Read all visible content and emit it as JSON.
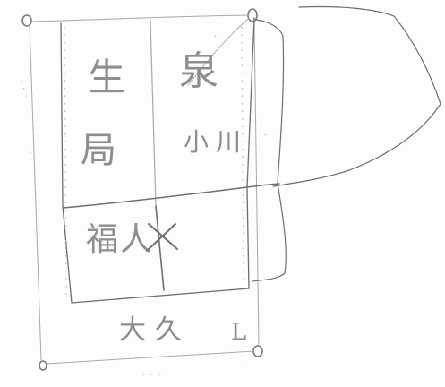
{
  "sketch": {
    "cell_top_left": "生",
    "cell_top_right": "泉",
    "cell_mid_left": "局",
    "cell_mid_right": "小川",
    "cell_bottom": "福人",
    "footer_text": "大久",
    "footer_number": "L"
  },
  "colors": {
    "ink": "#6e6e6e",
    "paper": "#fdfdfc"
  }
}
